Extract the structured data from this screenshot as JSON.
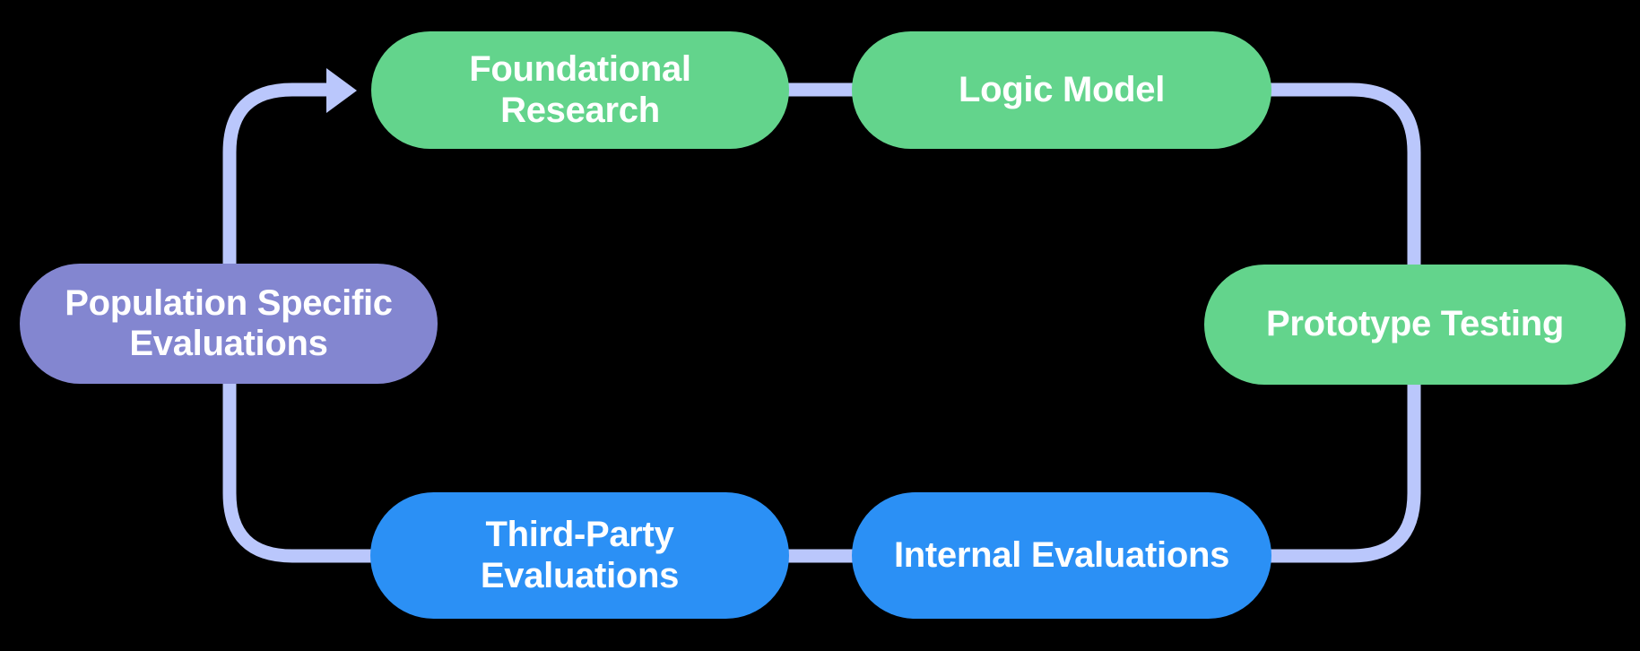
{
  "diagram": {
    "type": "cycle-flowchart",
    "background_color": "#000000",
    "connector_color": "#BAC7FC",
    "nodes": [
      {
        "id": "foundational-research",
        "label": "Foundational\nResearch",
        "color": "#63D48C",
        "text_color": "#FFFFFF",
        "stage": 1
      },
      {
        "id": "logic-model",
        "label": "Logic Model",
        "color": "#63D48C",
        "text_color": "#FFFFFF",
        "stage": 2
      },
      {
        "id": "prototype-testing",
        "label": "Prototype Testing",
        "color": "#63D48C",
        "text_color": "#FFFFFF",
        "stage": 3
      },
      {
        "id": "internal-evaluations",
        "label": "Internal Evaluations",
        "color": "#2B90F5",
        "text_color": "#FFFFFF",
        "stage": 4
      },
      {
        "id": "third-party-evaluations",
        "label": "Third-Party\nEvaluations",
        "color": "#2B90F5",
        "text_color": "#FFFFFF",
        "stage": 5
      },
      {
        "id": "population-specific-evaluations",
        "label": "Population Specific\nEvaluations",
        "color": "#8386D0",
        "text_color": "#FFFFFF",
        "stage": 6
      }
    ],
    "edges": [
      {
        "from": "foundational-research",
        "to": "logic-model",
        "arrow": false
      },
      {
        "from": "logic-model",
        "to": "prototype-testing",
        "arrow": false
      },
      {
        "from": "prototype-testing",
        "to": "internal-evaluations",
        "arrow": false
      },
      {
        "from": "internal-evaluations",
        "to": "third-party-evaluations",
        "arrow": false
      },
      {
        "from": "third-party-evaluations",
        "to": "population-specific-evaluations",
        "arrow": false
      },
      {
        "from": "population-specific-evaluations",
        "to": "foundational-research",
        "arrow": true
      }
    ]
  }
}
